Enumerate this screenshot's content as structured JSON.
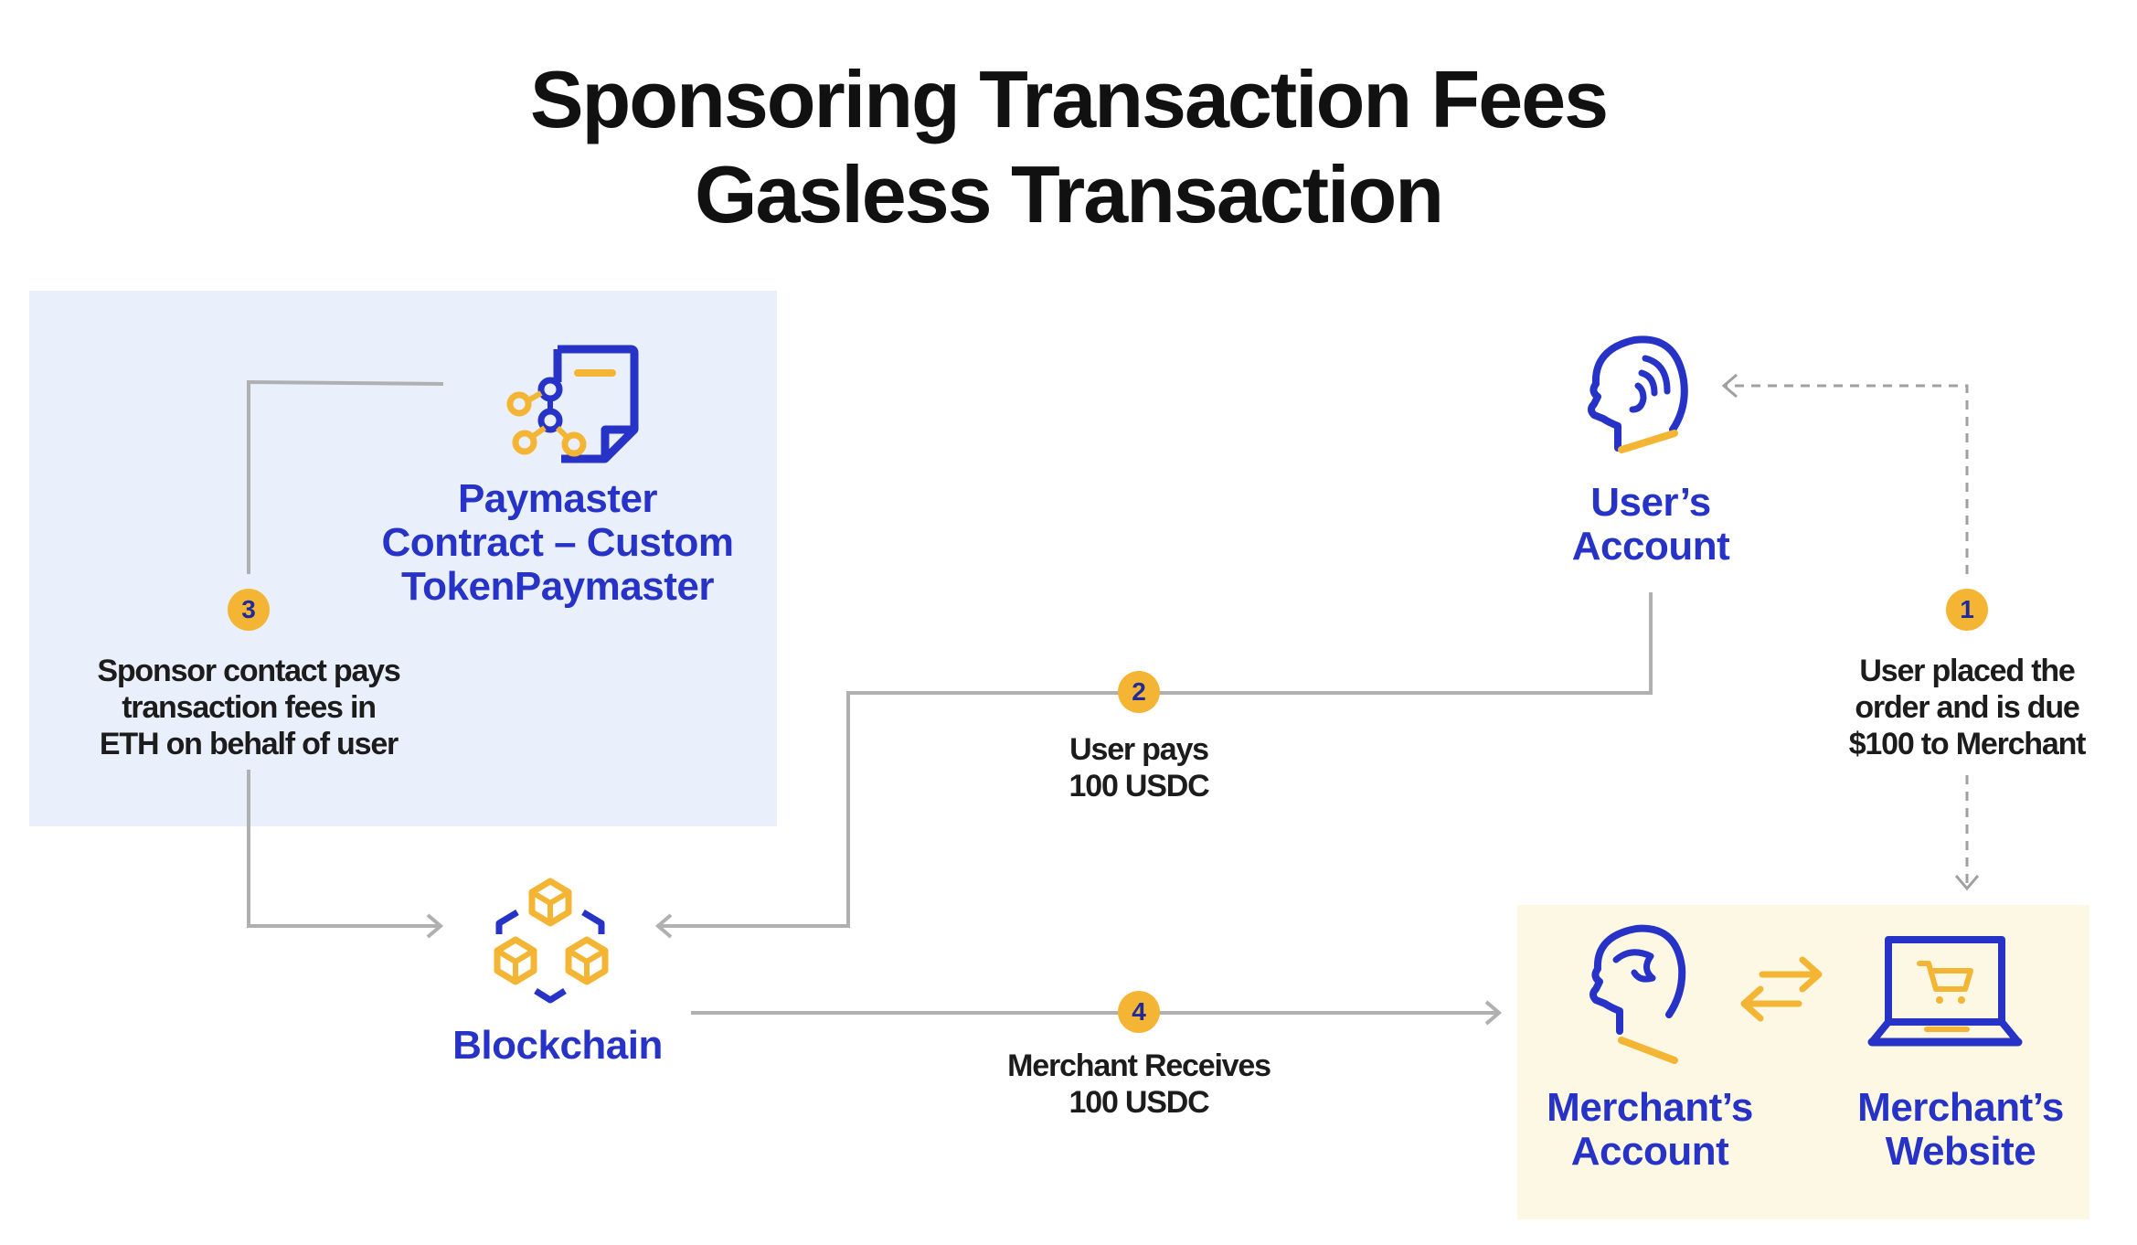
{
  "title": {
    "line1": "Sponsoring Transaction Fees",
    "line2": "Gasless Transaction"
  },
  "nodes": {
    "paymaster": {
      "line1": "Paymaster",
      "line2": "Contract – Custom",
      "line3": "TokenPaymaster",
      "icon": "contract-network-icon"
    },
    "users_account": {
      "line1": "User’s",
      "line2": "Account",
      "icon": "user-head-icon"
    },
    "blockchain": {
      "label": "Blockchain",
      "icon": "blockchain-cubes-icon"
    },
    "merchants_account": {
      "line1": "Merchant’s",
      "line2": "Account",
      "icon": "merchant-head-icon"
    },
    "merchants_website": {
      "line1": "Merchant’s",
      "line2": "Website",
      "icon": "laptop-cart-icon"
    }
  },
  "steps": [
    {
      "number": "1",
      "line1": "User placed the",
      "line2": "order and is due",
      "line3": "$100 to Merchant"
    },
    {
      "number": "2",
      "line1": "User pays",
      "line2": "100 USDC"
    },
    {
      "number": "3",
      "line1": "Sponsor contact pays",
      "line2": "transaction fees in",
      "line3": "ETH on behalf of user"
    },
    {
      "number": "4",
      "line1": "Merchant Receives",
      "line2": "100 USDC"
    }
  ],
  "colors": {
    "primary_blue": "#2633c6",
    "accent_yellow": "#f3b533",
    "paymaster_bg": "#e9f0fb",
    "merchant_bg": "#fdf8e3",
    "connector_gray": "#b0b0b0"
  }
}
